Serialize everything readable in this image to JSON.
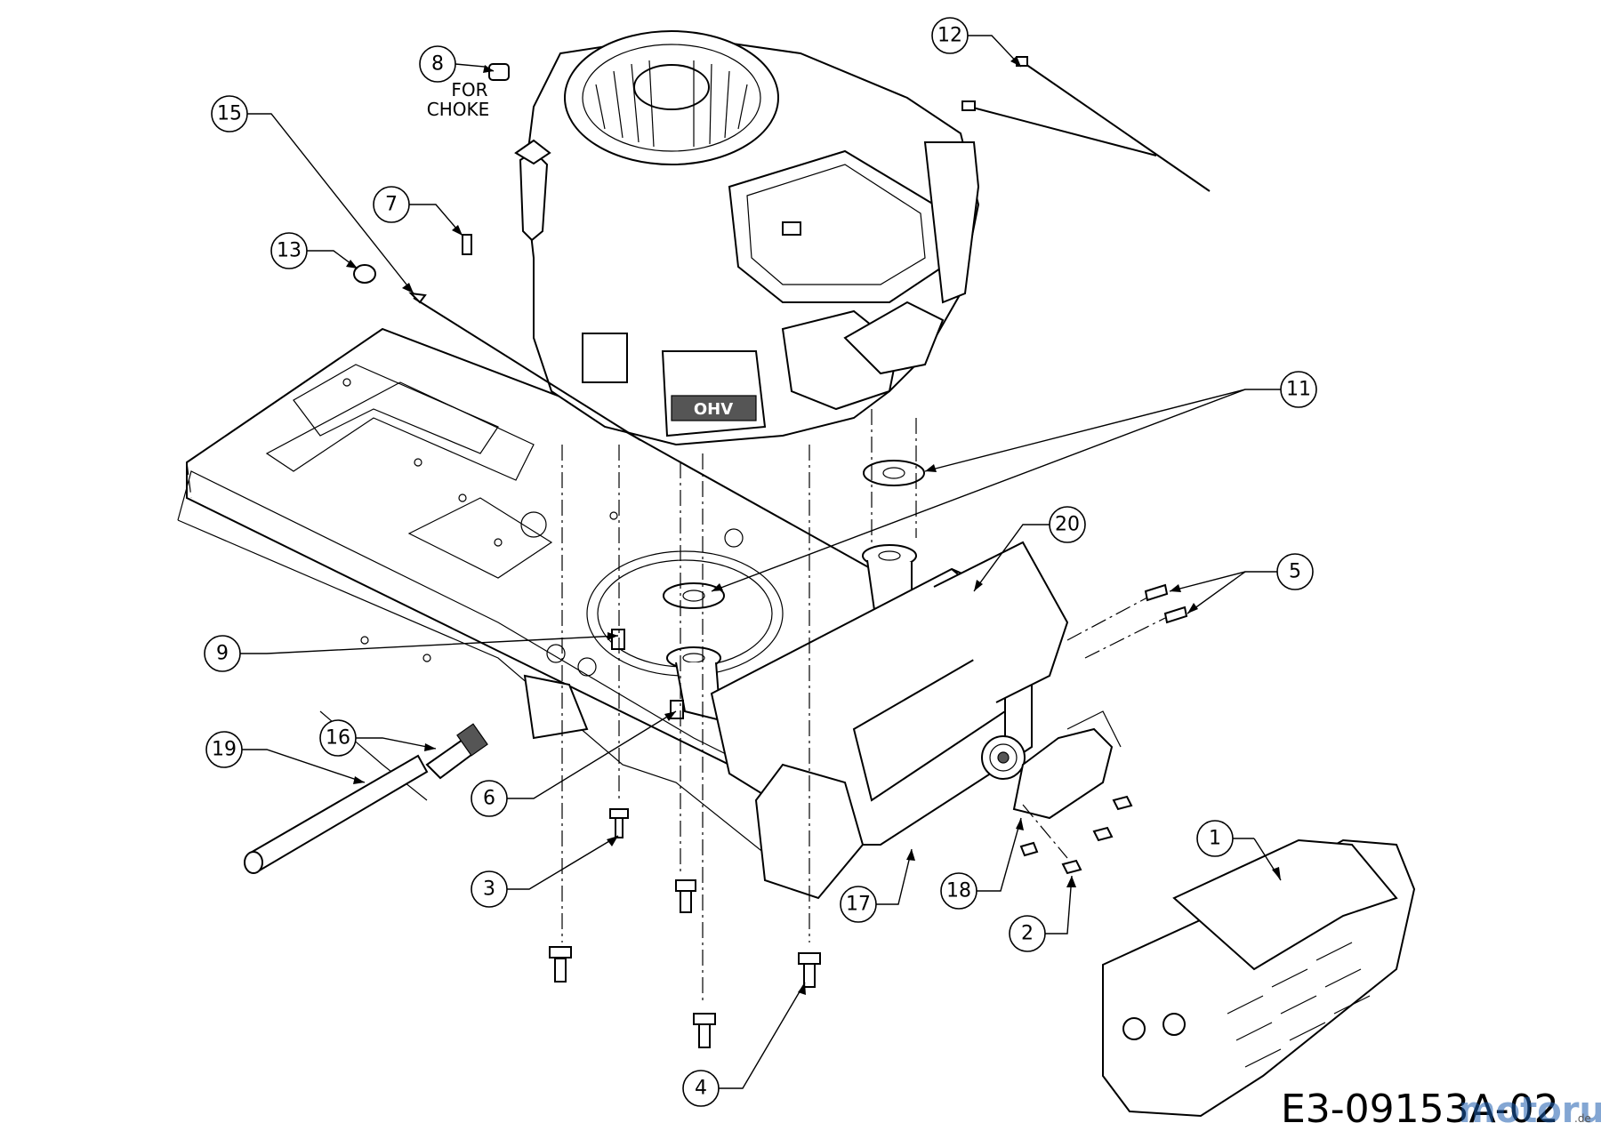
{
  "drawing_number": "E3-09153A-02",
  "watermark": {
    "text": "motoruf",
    "suffix": ".de"
  },
  "notes": [
    {
      "id": "choke-note",
      "lines": [
        "FOR",
        "CHOKE"
      ]
    }
  ],
  "callouts": [
    {
      "id": "c1",
      "label": "1"
    },
    {
      "id": "c2",
      "label": "2"
    },
    {
      "id": "c3",
      "label": "3"
    },
    {
      "id": "c4",
      "label": "4"
    },
    {
      "id": "c5",
      "label": "5"
    },
    {
      "id": "c6",
      "label": "6"
    },
    {
      "id": "c7",
      "label": "7"
    },
    {
      "id": "c8",
      "label": "8"
    },
    {
      "id": "c9",
      "label": "9"
    },
    {
      "id": "c11",
      "label": "11"
    },
    {
      "id": "c12",
      "label": "12"
    },
    {
      "id": "c13",
      "label": "13"
    },
    {
      "id": "c15",
      "label": "15"
    },
    {
      "id": "c16",
      "label": "16"
    },
    {
      "id": "c17",
      "label": "17"
    },
    {
      "id": "c18",
      "label": "18"
    },
    {
      "id": "c19",
      "label": "19"
    },
    {
      "id": "c20",
      "label": "20"
    }
  ],
  "engine_badge": "OHV"
}
